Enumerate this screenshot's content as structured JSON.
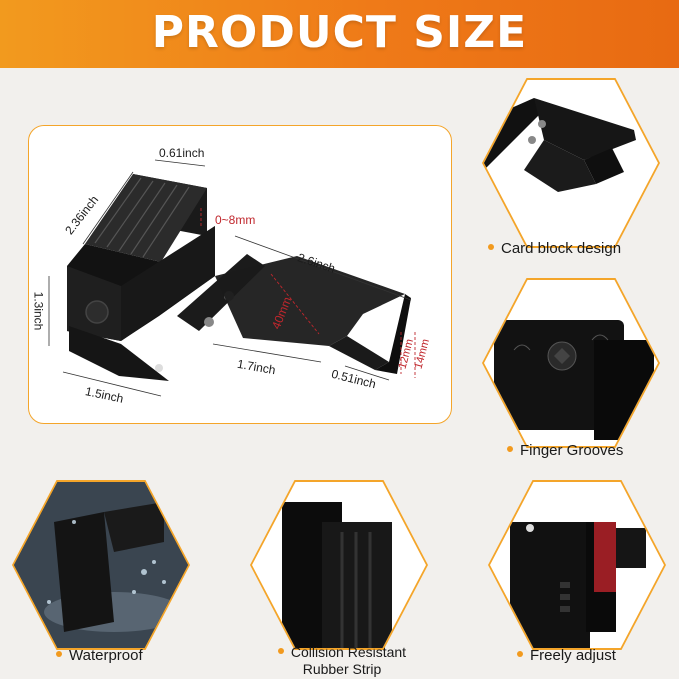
{
  "banner": {
    "title": "PRODUCT SIZE"
  },
  "dimensions": {
    "top_width": "0.61inch",
    "length_left": "2.36inch",
    "gap": "0~8mm",
    "plate_length": "2.6inch",
    "height": "1.3inch",
    "plate_width": "40mm",
    "slot_width_a": "12",
    "slot_width_b": "14",
    "slot_unit_a": "mm",
    "slot_unit_b": "mm",
    "base_length": "1.5inch",
    "inner_length": "1.7inch",
    "tab_width": "0.51inch"
  },
  "features": [
    {
      "label": "Card block design"
    },
    {
      "label": "Finger Grooves"
    },
    {
      "label": "Waterproof"
    },
    {
      "label": "Collision Resistant",
      "label2": "Rubber Strip"
    },
    {
      "label": "Freely adjust"
    }
  ],
  "colors": {
    "accent": "#f29a1e",
    "dimension_red": "#c0272d",
    "product": "#111111"
  }
}
